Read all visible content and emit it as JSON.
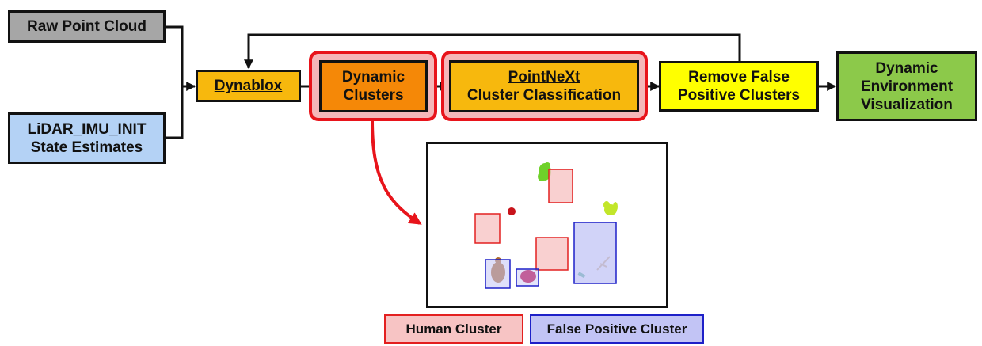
{
  "nodes": {
    "raw_point_cloud": "Raw Point Cloud",
    "lidar_imu_init": "LiDAR_IMU_INIT",
    "state_estimates": "State Estimates",
    "dynablox": "Dynablox",
    "dynamic_clusters": [
      "Dynamic",
      "Clusters"
    ],
    "pointnext": "PointNeXt",
    "cluster_classification": "Cluster Classification",
    "remove_false_positive": [
      "Remove False",
      "Positive Clusters"
    ],
    "dynamic_env_vis": [
      "Dynamic",
      "Environment",
      "Visualization"
    ]
  },
  "legend": {
    "human_cluster": "Human Cluster",
    "false_positive_cluster": "False Positive Cluster"
  },
  "colors": {
    "gray": "#a6a6a6",
    "light_blue": "#b4d2f5",
    "gold": "#f7b80d",
    "dark_orange": "#f58807",
    "yellow": "#ffff00",
    "green": "#8cc94a",
    "highlight_red": "#e8141b",
    "human_fill": "#f7c4c4",
    "human_border": "#e32020",
    "fp_fill": "#c2c4f5",
    "fp_border": "#1e20c8"
  }
}
